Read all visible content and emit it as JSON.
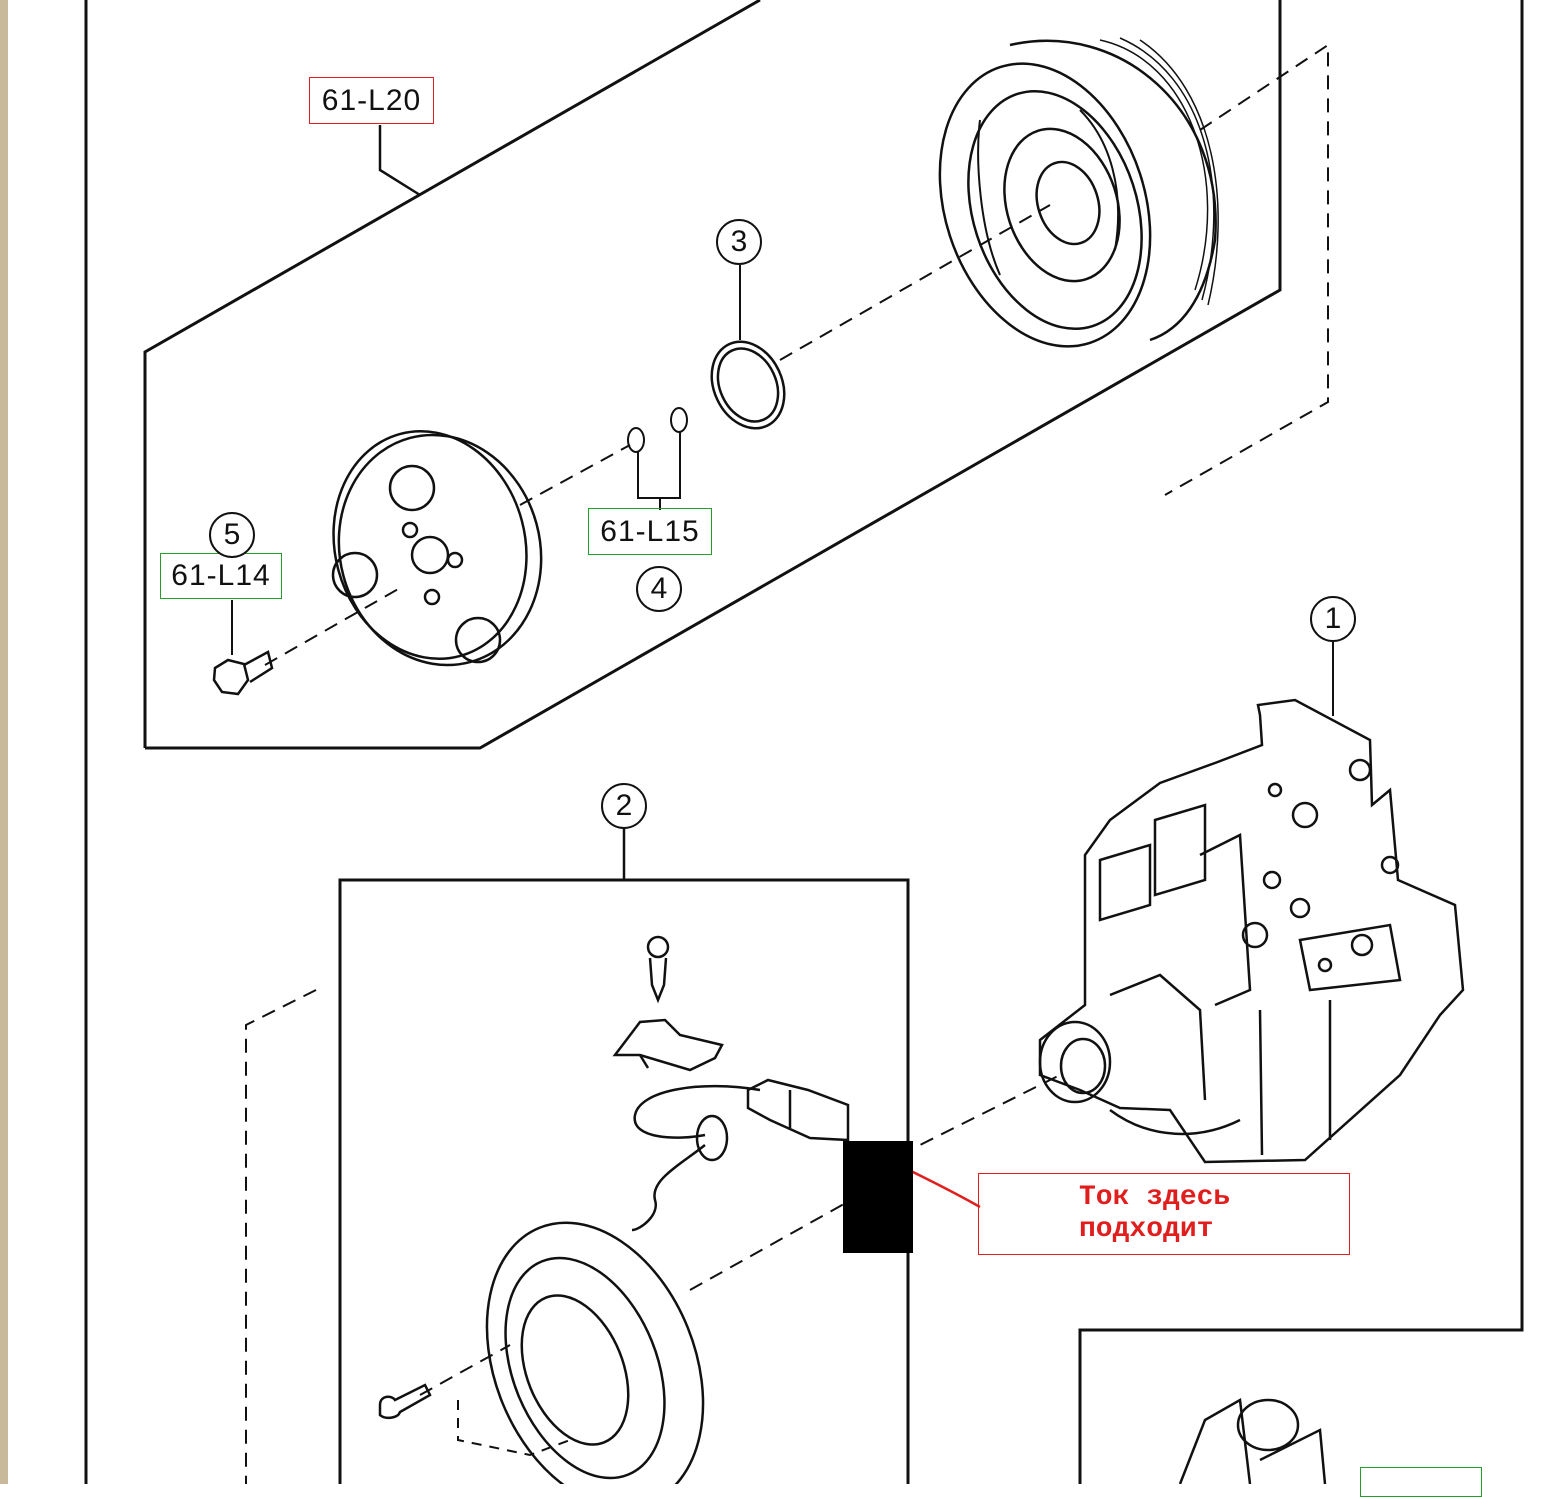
{
  "labels": {
    "clutch_assembly": "61-L20",
    "clutch_shim": "61-L15",
    "clutch_bolt": "61-L14"
  },
  "callouts": [
    "1",
    "2",
    "3",
    "4",
    "5"
  ],
  "note": {
    "line1": "Ток здесь",
    "line2": "подходит"
  },
  "colors": {
    "label_box_red": "#e02020",
    "label_box_green": "#22a02a",
    "note_text": "#e01e1e",
    "line_art": "#111111"
  }
}
